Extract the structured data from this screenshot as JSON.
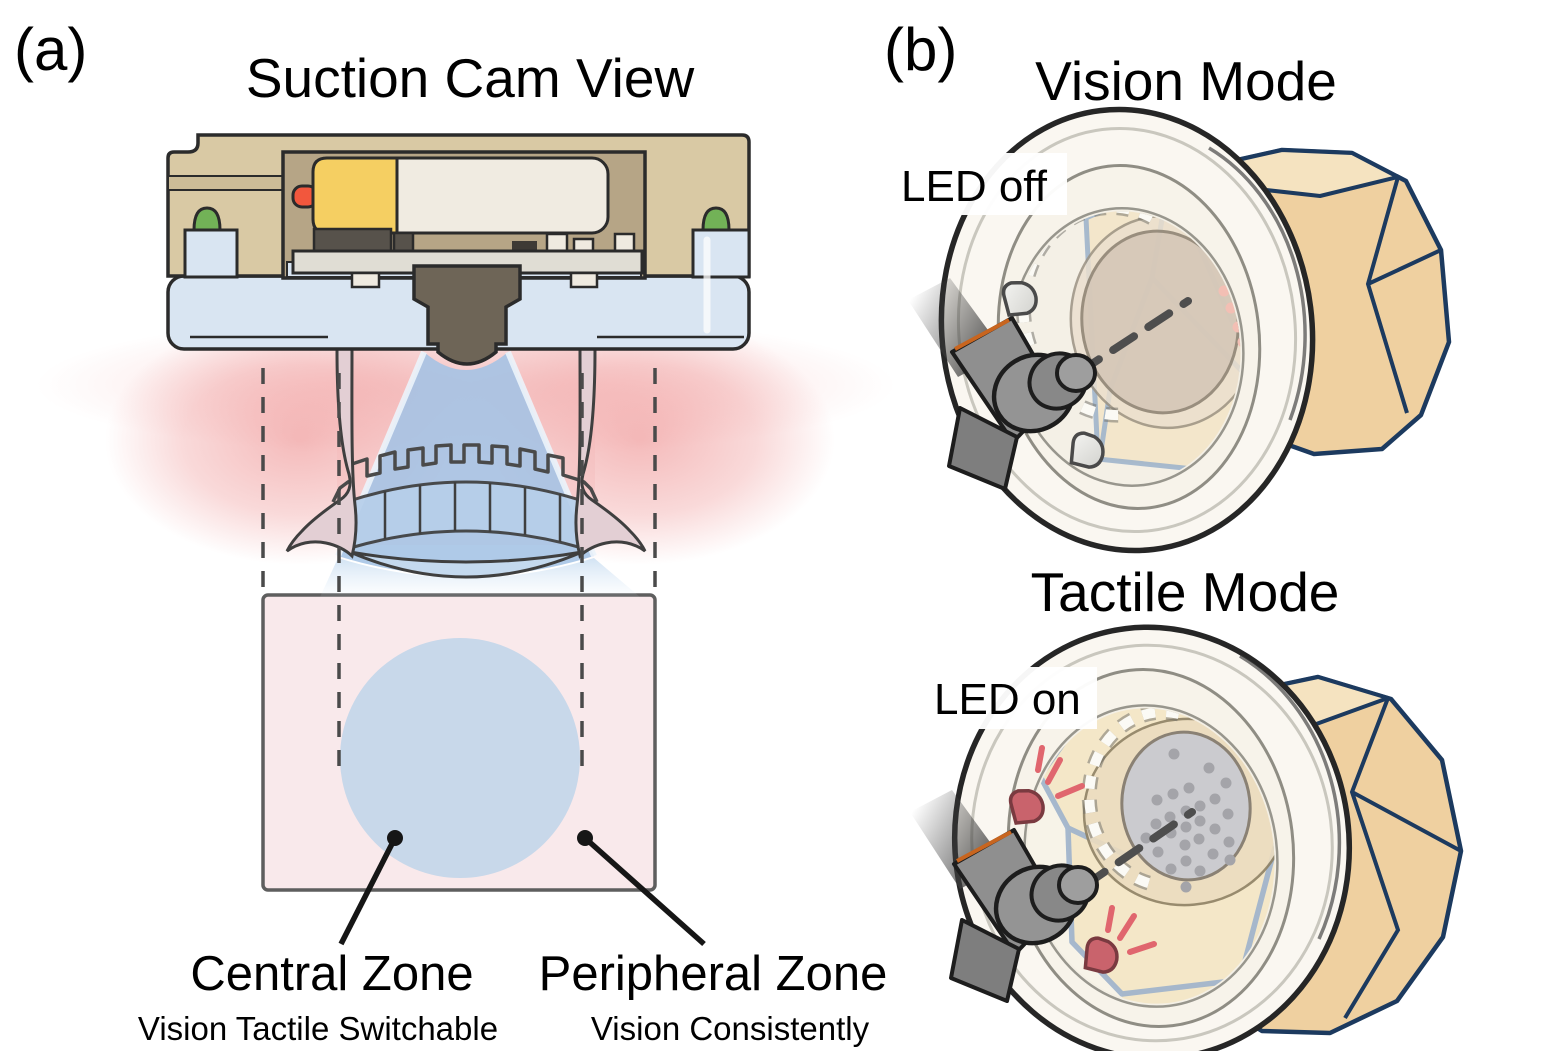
{
  "panel_a": {
    "label": "(a)",
    "title": "Suction Cam View",
    "zones": {
      "central": {
        "name": "Central Zone",
        "desc": "Vision Tactile Switchable"
      },
      "peripheral": {
        "name": "Peripheral Zone",
        "desc": "Vision Consistently"
      }
    }
  },
  "panel_b": {
    "label": "(b)",
    "vision": {
      "title": "Vision Mode",
      "led": "LED off"
    },
    "tactile": {
      "title": "Tactile Mode",
      "led": "LED on"
    }
  },
  "icons": {
    "camera_cone": "camera-field-of-view-cone",
    "led_off": "led-off-icon",
    "led_on": "led-on-icon",
    "optical_axis": "dashed-optical-axis"
  },
  "colors": {
    "housing_tan": "#D9C9A4",
    "cavity_tan": "#B6A586",
    "module_yellow": "#F5CF62",
    "module_cream": "#F0EBE1",
    "indicator_red": "#F2573D",
    "seal_green": "#72B257",
    "suction_blue": "#D9E5F2",
    "camera_cone_blue": "#A4C3E5",
    "led_glow_pink": "#EC8282",
    "surface_pink": "#F9E9EB",
    "central_zone_blue": "#C8D8EA",
    "object_tan": "#EFD0A0",
    "object_outline_navy": "#1C3A5F",
    "led_on_red": "#C9636C",
    "line_dark": "#2B2B2B"
  }
}
